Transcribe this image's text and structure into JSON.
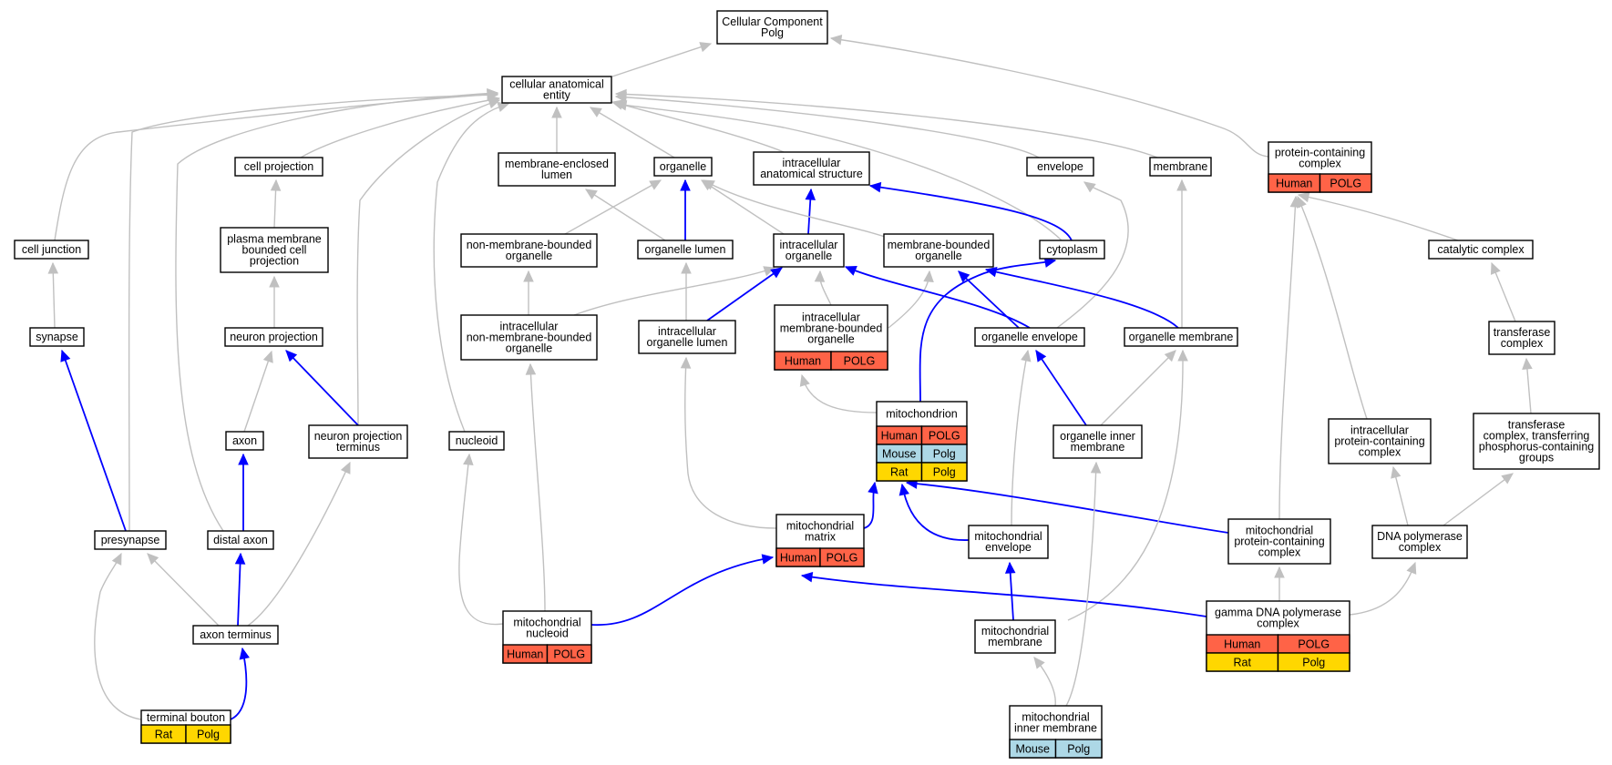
{
  "colors": {
    "human": "#ff6347",
    "mouse": "#add8e6",
    "rat": "#ffd700",
    "is_a_edge": "#c0c0c0",
    "part_of_edge": "#0000ff"
  },
  "nodes": [
    {
      "id": "root",
      "label": "Cellular Component\nPolg"
    },
    {
      "id": "cae",
      "label": "cellular anatomical\nentity"
    },
    {
      "id": "pcc",
      "label": "protein-containing\ncomplex",
      "annotations": [
        [
          "Human",
          "POLG"
        ]
      ]
    },
    {
      "id": "cellproj",
      "label": "cell projection"
    },
    {
      "id": "mel",
      "label": "membrane-enclosed\nlumen"
    },
    {
      "id": "organelle",
      "label": "organelle"
    },
    {
      "id": "ias",
      "label": "intracellular\nanatomical structure"
    },
    {
      "id": "envelope",
      "label": "envelope"
    },
    {
      "id": "membrane",
      "label": "membrane"
    },
    {
      "id": "celljunction",
      "label": "cell junction"
    },
    {
      "id": "pmbcp",
      "label": "plasma membrane\nbounded cell\nprojection"
    },
    {
      "id": "nmbo",
      "label": "non-membrane-bounded\norganelle"
    },
    {
      "id": "orglumen",
      "label": "organelle lumen"
    },
    {
      "id": "intorg",
      "label": "intracellular\norganelle"
    },
    {
      "id": "mbo",
      "label": "membrane-bounded\norganelle"
    },
    {
      "id": "cytoplasm",
      "label": "cytoplasm"
    },
    {
      "id": "catcomplex",
      "label": "catalytic complex"
    },
    {
      "id": "synapse",
      "label": "synapse"
    },
    {
      "id": "neuronproj",
      "label": "neuron projection"
    },
    {
      "id": "inmbo",
      "label": "intracellular\nnon-membrane-bounded\norganelle"
    },
    {
      "id": "iol",
      "label": "intracellular\norganelle lumen"
    },
    {
      "id": "imbo",
      "label": "intracellular\nmembrane-bounded\norganelle",
      "annotations": [
        [
          "Human",
          "POLG"
        ]
      ]
    },
    {
      "id": "orgenv",
      "label": "organelle envelope"
    },
    {
      "id": "orgmem",
      "label": "organelle membrane"
    },
    {
      "id": "transcomplex",
      "label": "transferase\ncomplex"
    },
    {
      "id": "axon",
      "label": "axon"
    },
    {
      "id": "npt",
      "label": "neuron projection\nterminus"
    },
    {
      "id": "nucleoid",
      "label": "nucleoid"
    },
    {
      "id": "mito",
      "label": "mitochondrion",
      "annotations": [
        [
          "Human",
          "POLG"
        ],
        [
          "Mouse",
          "Polg"
        ],
        [
          "Rat",
          "Polg"
        ]
      ]
    },
    {
      "id": "oim",
      "label": "organelle inner\nmembrane"
    },
    {
      "id": "ipcc",
      "label": "intracellular\nprotein-containing\ncomplex"
    },
    {
      "id": "tctpg",
      "label": "transferase\ncomplex, transferring\nphosphorus-containing\ngroups"
    },
    {
      "id": "presynapse",
      "label": "presynapse"
    },
    {
      "id": "distalaxon",
      "label": "distal axon"
    },
    {
      "id": "mitomatrix",
      "label": "mitochondrial\nmatrix",
      "annotations": [
        [
          "Human",
          "POLG"
        ]
      ]
    },
    {
      "id": "mitoenv",
      "label": "mitochondrial\nenvelope"
    },
    {
      "id": "mpcc",
      "label": "mitochondrial\nprotein-containing\ncomplex"
    },
    {
      "id": "dnapol",
      "label": "DNA polymerase\ncomplex"
    },
    {
      "id": "axonterm",
      "label": "axon terminus"
    },
    {
      "id": "mitonucleoid",
      "label": "mitochondrial\nnucleoid",
      "annotations": [
        [
          "Human",
          "POLG"
        ]
      ]
    },
    {
      "id": "mitomem",
      "label": "mitochondrial\nmembrane"
    },
    {
      "id": "gdnapol",
      "label": "gamma DNA polymerase\ncomplex",
      "annotations": [
        [
          "Human",
          "POLG"
        ],
        [
          "Rat",
          "Polg"
        ]
      ]
    },
    {
      "id": "termbouton",
      "label": "terminal bouton",
      "annotations": [
        [
          "Rat",
          "Polg"
        ]
      ]
    },
    {
      "id": "mim",
      "label": "mitochondrial\ninner membrane",
      "annotations": [
        [
          "Mouse",
          "Polg"
        ]
      ]
    }
  ],
  "edges": [
    {
      "from": "cae",
      "to": "root",
      "type": "is_a"
    },
    {
      "from": "pcc",
      "to": "root",
      "type": "is_a"
    },
    {
      "from": "cellproj",
      "to": "cae",
      "type": "is_a"
    },
    {
      "from": "mel",
      "to": "cae",
      "type": "is_a"
    },
    {
      "from": "organelle",
      "to": "cae",
      "type": "is_a"
    },
    {
      "from": "ias",
      "to": "cae",
      "type": "is_a"
    },
    {
      "from": "envelope",
      "to": "cae",
      "type": "is_a"
    },
    {
      "from": "membrane",
      "to": "cae",
      "type": "is_a"
    },
    {
      "from": "celljunction",
      "to": "cae",
      "type": "is_a"
    },
    {
      "from": "cytoplasm",
      "to": "cae",
      "type": "is_a"
    },
    {
      "from": "presynapse",
      "to": "cae",
      "type": "is_a"
    },
    {
      "from": "distalaxon",
      "to": "cae",
      "type": "is_a"
    },
    {
      "from": "npt",
      "to": "cae",
      "type": "is_a"
    },
    {
      "from": "nucleoid",
      "to": "cae",
      "type": "is_a"
    },
    {
      "from": "pmbcp",
      "to": "cellproj",
      "type": "is_a"
    },
    {
      "from": "synapse",
      "to": "celljunction",
      "type": "is_a"
    },
    {
      "from": "neuronproj",
      "to": "pmbcp",
      "type": "is_a"
    },
    {
      "from": "nmbo",
      "to": "organelle",
      "type": "is_a"
    },
    {
      "from": "orglumen",
      "to": "mel",
      "type": "is_a"
    },
    {
      "from": "orglumen",
      "to": "organelle",
      "type": "part_of"
    },
    {
      "from": "intorg",
      "to": "organelle",
      "type": "is_a"
    },
    {
      "from": "intorg",
      "to": "ias",
      "type": "part_of"
    },
    {
      "from": "mbo",
      "to": "organelle",
      "type": "is_a"
    },
    {
      "from": "cytoplasm",
      "to": "ias",
      "type": "part_of"
    },
    {
      "from": "inmbo",
      "to": "nmbo",
      "type": "is_a"
    },
    {
      "from": "inmbo",
      "to": "intorg",
      "type": "is_a"
    },
    {
      "from": "iol",
      "to": "orglumen",
      "type": "is_a"
    },
    {
      "from": "iol",
      "to": "intorg",
      "type": "part_of"
    },
    {
      "from": "imbo",
      "to": "intorg",
      "type": "is_a"
    },
    {
      "from": "imbo",
      "to": "mbo",
      "type": "is_a"
    },
    {
      "from": "orgenv",
      "to": "envelope",
      "type": "is_a"
    },
    {
      "from": "orgenv",
      "to": "intorg",
      "type": "part_of"
    },
    {
      "from": "orgenv",
      "to": "mbo",
      "type": "part_of"
    },
    {
      "from": "orgmem",
      "to": "membrane",
      "type": "is_a"
    },
    {
      "from": "orgmem",
      "to": "mbo",
      "type": "part_of"
    },
    {
      "from": "catcomplex",
      "to": "pcc",
      "type": "is_a"
    },
    {
      "from": "transcomplex",
      "to": "catcomplex",
      "type": "is_a"
    },
    {
      "from": "axon",
      "to": "neuronproj",
      "type": "is_a"
    },
    {
      "from": "npt",
      "to": "neuronproj",
      "type": "part_of"
    },
    {
      "from": "mito",
      "to": "imbo",
      "type": "is_a"
    },
    {
      "from": "mito",
      "to": "cytoplasm",
      "type": "part_of"
    },
    {
      "from": "oim",
      "to": "orgmem",
      "type": "is_a"
    },
    {
      "from": "oim",
      "to": "orgenv",
      "type": "part_of"
    },
    {
      "from": "ipcc",
      "to": "pcc",
      "type": "is_a"
    },
    {
      "from": "tctpg",
      "to": "transcomplex",
      "type": "is_a"
    },
    {
      "from": "presynapse",
      "to": "synapse",
      "type": "part_of"
    },
    {
      "from": "distalaxon",
      "to": "axon",
      "type": "part_of"
    },
    {
      "from": "mitomatrix",
      "to": "iol",
      "type": "is_a"
    },
    {
      "from": "mitomatrix",
      "to": "mito",
      "type": "part_of"
    },
    {
      "from": "mitoenv",
      "to": "orgenv",
      "type": "is_a"
    },
    {
      "from": "mitoenv",
      "to": "mito",
      "type": "part_of"
    },
    {
      "from": "mpcc",
      "to": "pcc",
      "type": "is_a"
    },
    {
      "from": "mpcc",
      "to": "mito",
      "type": "part_of"
    },
    {
      "from": "dnapol",
      "to": "ipcc",
      "type": "is_a"
    },
    {
      "from": "dnapol",
      "to": "tctpg",
      "type": "is_a"
    },
    {
      "from": "axonterm",
      "to": "presynapse",
      "type": "is_a"
    },
    {
      "from": "axonterm",
      "to": "npt",
      "type": "is_a"
    },
    {
      "from": "axonterm",
      "to": "distalaxon",
      "type": "part_of"
    },
    {
      "from": "mitonucleoid",
      "to": "nucleoid",
      "type": "is_a"
    },
    {
      "from": "mitonucleoid",
      "to": "inmbo",
      "type": "is_a"
    },
    {
      "from": "mitonucleoid",
      "to": "mitomatrix",
      "type": "part_of"
    },
    {
      "from": "mitomem",
      "to": "orgmem",
      "type": "is_a"
    },
    {
      "from": "mitomem",
      "to": "mitoenv",
      "type": "part_of"
    },
    {
      "from": "gdnapol",
      "to": "mpcc",
      "type": "is_a"
    },
    {
      "from": "gdnapol",
      "to": "dnapol",
      "type": "is_a"
    },
    {
      "from": "gdnapol",
      "to": "mitomatrix",
      "type": "part_of"
    },
    {
      "from": "termbouton",
      "to": "presynapse",
      "type": "is_a"
    },
    {
      "from": "termbouton",
      "to": "axonterm",
      "type": "part_of"
    },
    {
      "from": "mim",
      "to": "mitomem",
      "type": "is_a"
    },
    {
      "from": "mim",
      "to": "oim",
      "type": "is_a"
    }
  ]
}
